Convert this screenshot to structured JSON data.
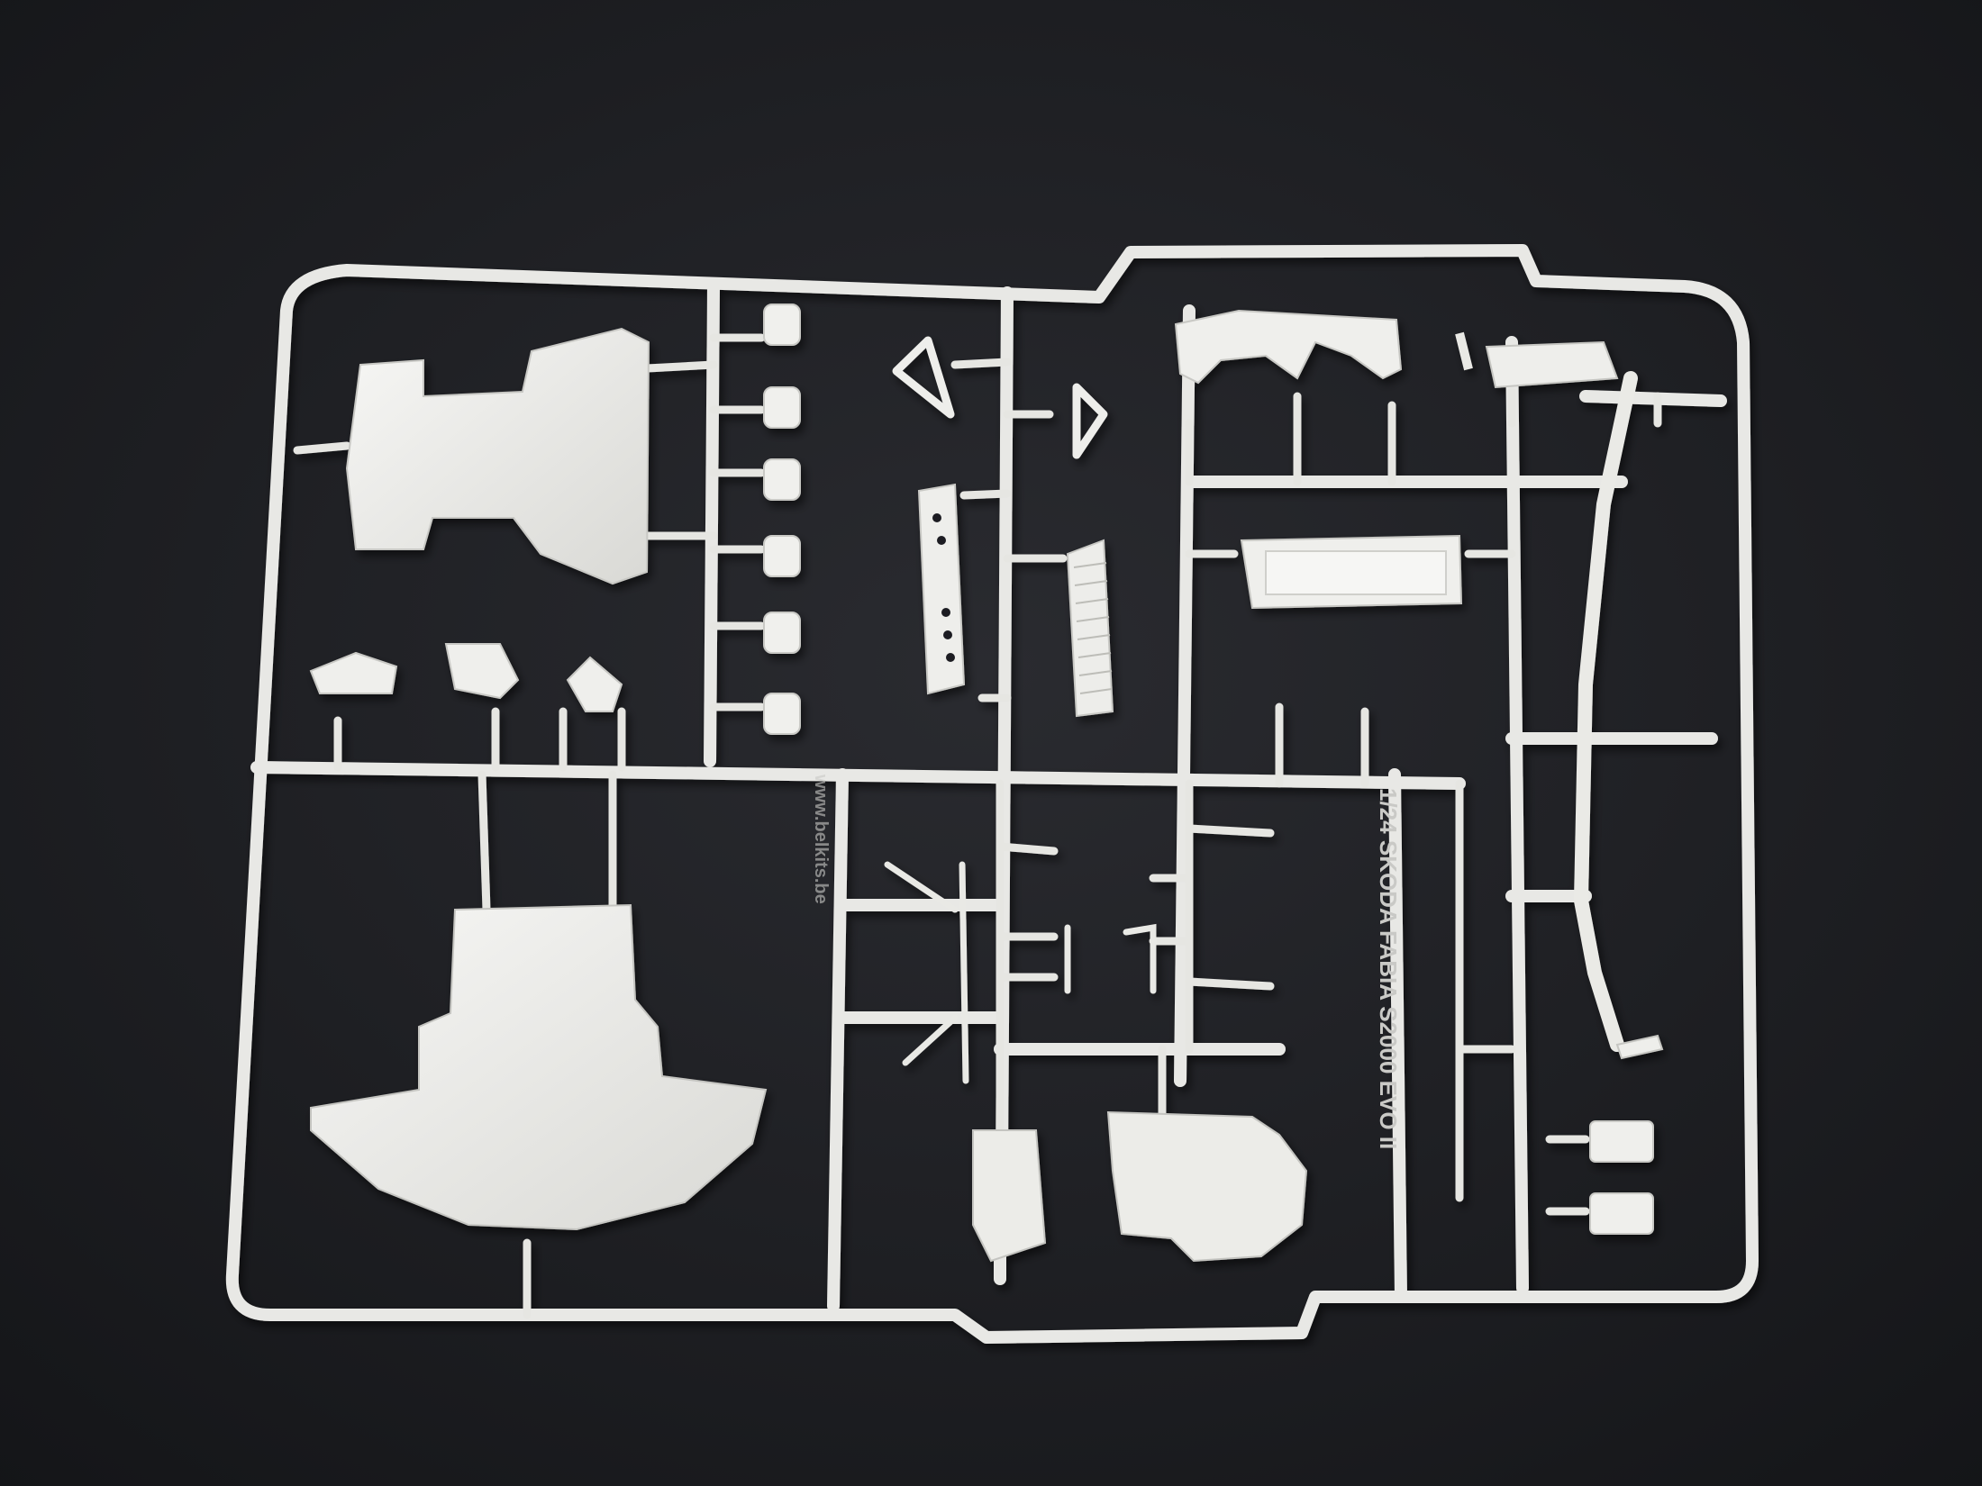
{
  "photo": {
    "subject": "plastic model kit sprue",
    "background_color": "#1d1e22",
    "plastic_color": "#ecece9"
  },
  "sprue_text": {
    "kit_name": "1/24 SKODA FABIA S2000 EVO II",
    "website": "www.belkits.be"
  }
}
